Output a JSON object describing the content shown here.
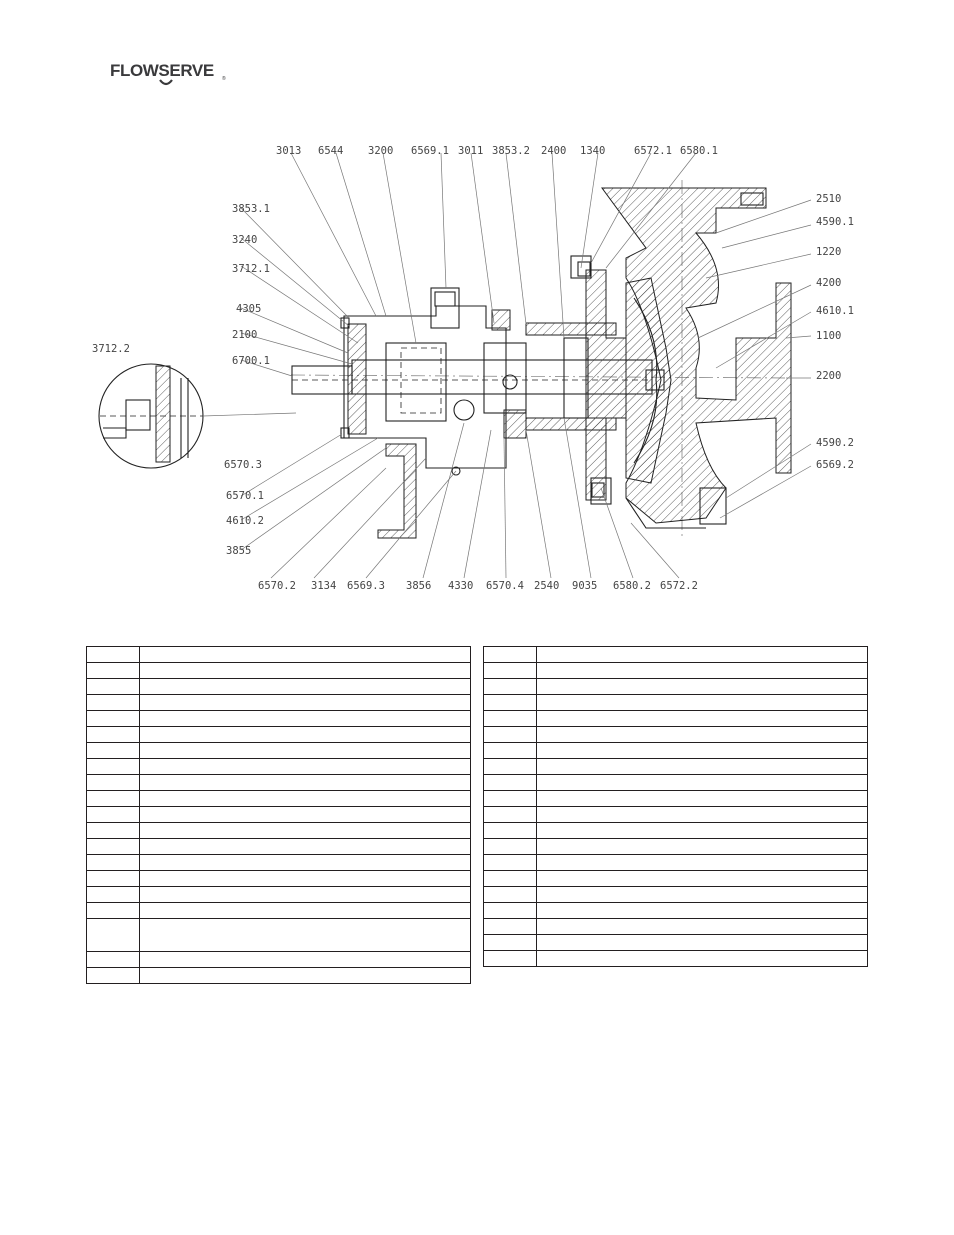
{
  "brand": {
    "name": "FLOWSERVE",
    "mark": "®"
  },
  "callouts": {
    "top": [
      "3013",
      "6544",
      "3200",
      "6569.1",
      "3011",
      "3853.2",
      "2400",
      "1340",
      "6572.1",
      "6580.1"
    ],
    "left": [
      "3853.1",
      "3240",
      "3712.1",
      "4305",
      "2100",
      "6700.1"
    ],
    "detail": "3712.2",
    "detail_bottom": "6570.3",
    "right": [
      "2510",
      "4590.1",
      "1220",
      "4200",
      "4610.1",
      "1100",
      "2200",
      "4590.2",
      "6569.2"
    ],
    "left_bottom": [
      "6570.1",
      "4610.2",
      "3855"
    ],
    "bottom": [
      "6570.2",
      "3134",
      "6569.3",
      "3856",
      "4330",
      "6570.4",
      "2540",
      "9035",
      "6580.2",
      "6572.2"
    ]
  },
  "parts_table": {
    "left_rows": [
      "",
      "",
      "",
      "",
      "",
      "",
      "",
      "",
      "",
      "",
      "",
      "",
      "",
      "",
      "",
      "",
      "",
      "tall",
      "",
      ""
    ],
    "right_rows": [
      "",
      "",
      "",
      "",
      "",
      "",
      "",
      "",
      "",
      "",
      "",
      "",
      "",
      "",
      "",
      "",
      "",
      "",
      "",
      ""
    ]
  }
}
